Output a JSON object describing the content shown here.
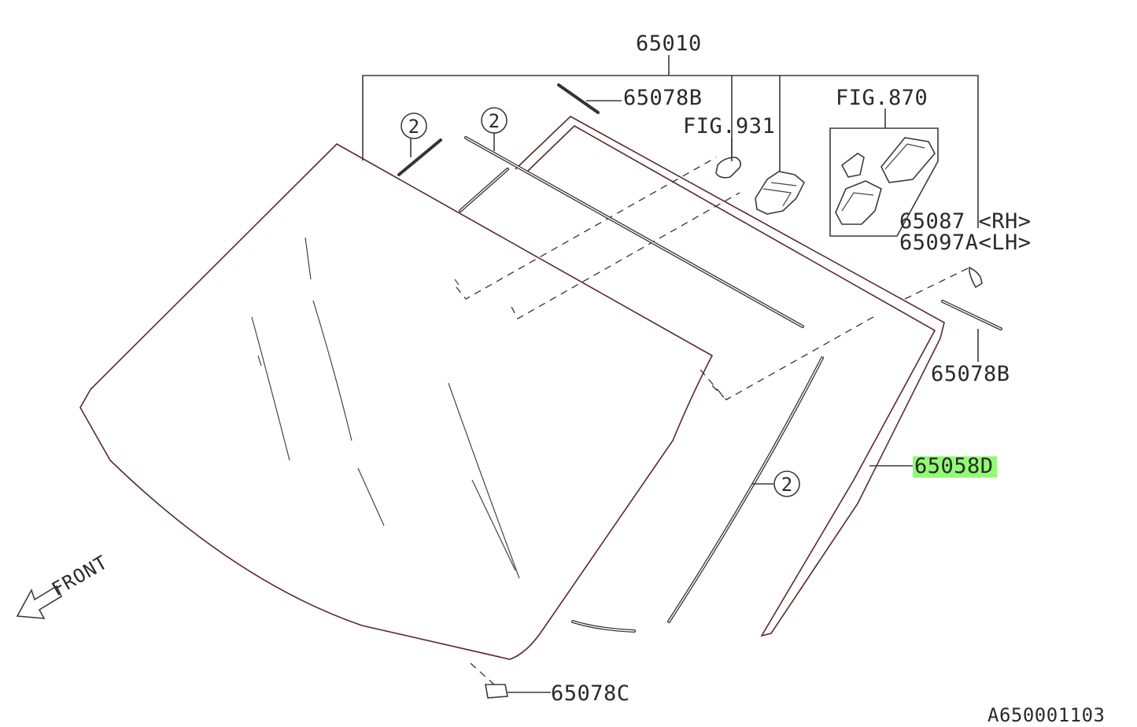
{
  "diagram": {
    "labels": {
      "assembly": "65010",
      "molding_top": "65078B",
      "molding_side": "65078B",
      "fig_931": "FIG.931",
      "fig_870": "FIG.870",
      "bracket_rh": "65087 <RH>",
      "bracket_lh": "65097A<LH>",
      "dam": "65058D",
      "spacer": "65078C",
      "front": "FRONT",
      "drawing_number": "A650001103"
    },
    "callouts": [
      "2",
      "2",
      "2"
    ],
    "highlight_color": "#7CFC5A",
    "line_color": "#3b3b3b",
    "glass_outline_color": "#5a2a2a"
  }
}
